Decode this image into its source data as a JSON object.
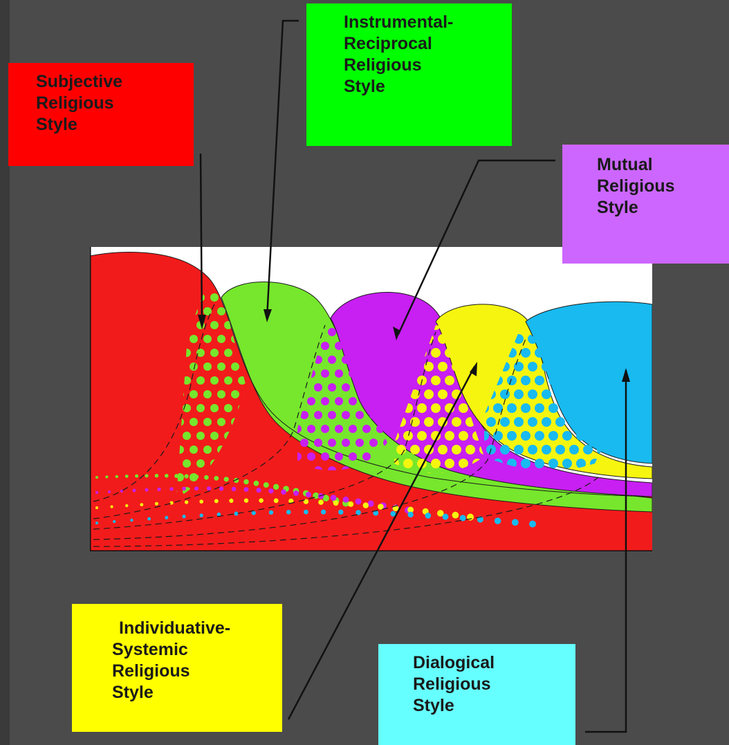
{
  "labels": {
    "subjective": [
      "Subjective",
      "Religious",
      "Style"
    ],
    "instrumental": [
      "Instrumental-",
      "Reciprocal",
      "Religious",
      "Style"
    ],
    "mutual": [
      "Mutual",
      "Religious",
      "Style"
    ],
    "individuative": [
      "Individuative-",
      "Systemic",
      "Religious",
      "Style"
    ],
    "dialogical": [
      "Dialogical",
      "Religious",
      "Style"
    ]
  },
  "colors": {
    "background": "#4b4b4b",
    "subjective": "#ff0000",
    "instrumental": "#00ff00",
    "mutual": "#cc66ff",
    "individuative": "#ffff00",
    "dialogical": "#66ffff",
    "wave_red": "#f21b1b",
    "wave_green": "#76e72c",
    "wave_purple": "#c81ff2",
    "wave_yellow": "#f5f50f",
    "wave_blue": "#18baf0"
  }
}
